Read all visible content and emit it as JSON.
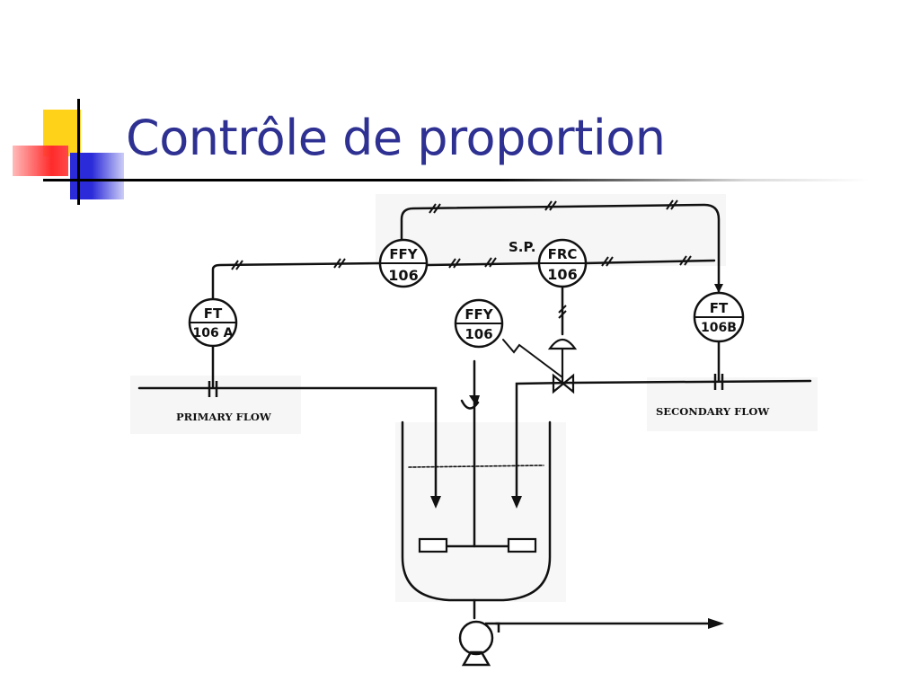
{
  "slide": {
    "title": "Contrôle de proportion"
  },
  "diagram": {
    "instruments": {
      "ffy_top": {
        "line1": "FFY",
        "line2": "106"
      },
      "frc": {
        "line1": "FRC",
        "line2": "106"
      },
      "ft_a": {
        "line1": "FT",
        "line2": "106 A"
      },
      "ft_b": {
        "line1": "FT",
        "line2": "106B"
      },
      "ffy_mid": {
        "line1": "FFY",
        "line2": "106"
      }
    },
    "sp_label": "S.P.",
    "primary_flow": "PRIMARY FLOW",
    "secondary_flow": "SECONDARY FLOW"
  },
  "colors": {
    "title": "#2e3192",
    "deco_yellow": "#ffd21a",
    "deco_blue": "#2b2bd9",
    "deco_red": "#ff3b3b"
  }
}
